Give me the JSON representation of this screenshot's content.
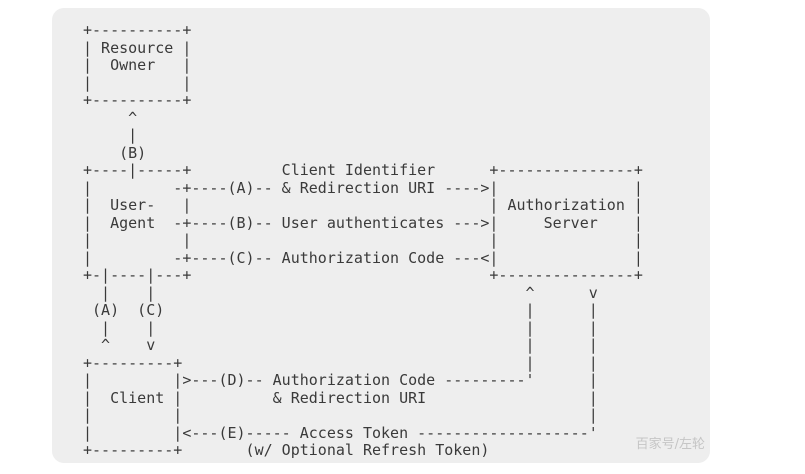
{
  "diagram": {
    "lines": [
      "+----------+",
      "| Resource |",
      "|  Owner   |",
      "|          |",
      "+----------+",
      "     ^",
      "     |",
      "    (B)",
      "+----|-----+          Client Identifier      +---------------+",
      "|         -+----(A)-- & Redirection URI ---->|               |",
      "|  User-   |                                 | Authorization |",
      "|  Agent  -+----(B)-- User authenticates --->|     Server    |",
      "|          |                                 |               |",
      "|         -+----(C)-- Authorization Code ---<|               |",
      "+-|----|---+                                 +---------------+",
      "  |    |                                         ^      v",
      " (A)  (C)                                        |      |",
      "  |    |                                         |      |",
      "  ^    v                                         |      |",
      "+---------+                                      |      |",
      "|         |>---(D)-- Authorization Code ---------'      |",
      "|  Client |          & Redirection URI                  |",
      "|         |                                             |",
      "|         |<---(E)----- Access Token -------------------'",
      "+---------+       (w/ Optional Refresh Token)"
    ]
  },
  "watermark": "百家号/左轮"
}
